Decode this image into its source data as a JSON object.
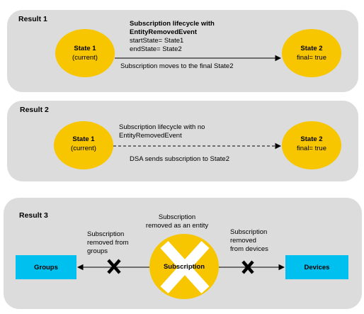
{
  "result1": {
    "title": "Result 1",
    "state1_name": "State 1",
    "state1_sub": "(current)",
    "state2_name": "State 2",
    "state2_sub": "final= true",
    "lifecycle_line1": "Subscription lifecycle with",
    "lifecycle_line2": "EntityRemovedEvent",
    "start_state": "startState= State1",
    "end_state": "endState= State2",
    "arrow_caption": "Subscription moves to the final State2"
  },
  "result2": {
    "title": "Result 2",
    "state1_name": "State 1",
    "state1_sub": "(current)",
    "state2_name": "State 2",
    "state2_sub": "final= true",
    "lifecycle_line1": "Subscription lifecycle with no",
    "lifecycle_line2": "EntityRemovedEvent",
    "arrow_caption": "DSA sends subscription to State2"
  },
  "result3": {
    "title": "Result 3",
    "groups_label": "Groups",
    "devices_label": "Devices",
    "subscription_label": "Subscription",
    "removed_entity_line1": "Subscription",
    "removed_entity_line2": "removed as an entity",
    "removed_groups_line1": "Subscription",
    "removed_groups_line2": "removed from",
    "removed_groups_line3": "groups",
    "removed_devices_line1": "Subscription",
    "removed_devices_line2": "removed",
    "removed_devices_line3": "from devices"
  },
  "colors": {
    "panel": "#dcdcdc",
    "state": "#f7c600",
    "box": "#00c0f0",
    "cross": "#ffffff"
  }
}
